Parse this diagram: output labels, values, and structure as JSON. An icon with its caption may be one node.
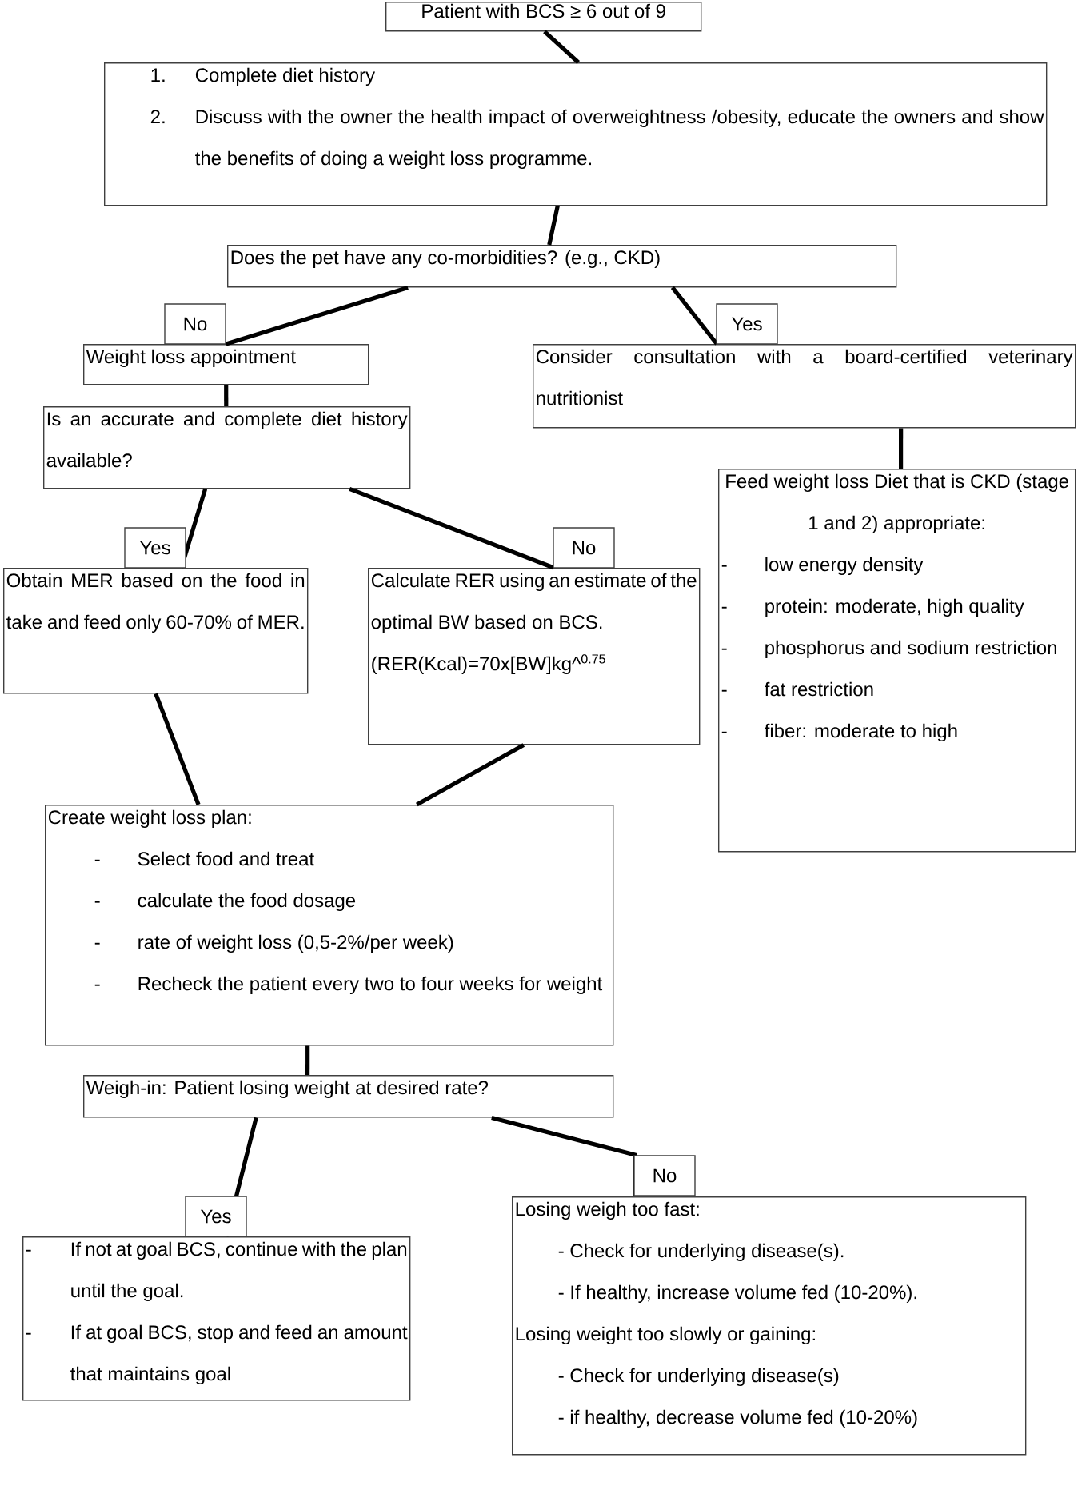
{
  "diagram": {
    "nodes": [
      {
        "text": [
          "Patient with BCS ≥ 6 out of 9"
        ]
      },
      {
        "text": [
          "1.",
          "Complete diet history",
          "2.",
          "Discuss with the owner the health impact of overweightness /obesity, educate the owners and show the benefits of doing a weight loss programme."
        ]
      },
      {
        "text": [
          "Does the pet have any co-morbidities? (e.g., CKD)"
        ]
      },
      {
        "text": [
          "Weight loss appointment"
        ]
      },
      {
        "text": [
          "Consider consultation with a board-certified veterinary nutritionist"
        ]
      },
      {
        "text": [
          "Is an accurate and complete diet history available?"
        ]
      },
      {
        "text": [
          "Feed weight loss Diet that is CKD (stage 1 and 2) appropriate:",
          "-",
          "low energy density",
          "-",
          "protein: moderate, high quality",
          "-",
          "phosphorus and sodium restriction",
          "-",
          "fat restriction",
          "-",
          "fiber: moderate to high"
        ]
      },
      {
        "text": [
          "Obtain MER based on the food in take and feed only 60-70% of MER."
        ]
      },
      {
        "text": [
          "Calculate RER using an estimate of the optimal BW based on BCS.",
          "(RER(Kcal)=70x[BW]kg^$^{0.75}$"
        ]
      },
      {
        "text": [
          "Create weight loss plan:",
          "-",
          "Select food and treat",
          "-",
          "calculate the food dosage",
          "-",
          "rate of weight loss (0,5-2%/per week)",
          "-",
          "Recheck the patient every two to four weeks for weight"
        ]
      },
      {
        "text": [
          "Weigh-in: Patient losing weight at desired rate?"
        ]
      },
      {
        "text": [
          "-",
          "If not at goal BCS, continue with the plan until the goal.",
          "-",
          "If at goal BCS, stop and feed an amount that maintains goal"
        ]
      },
      {
        "text": [
          "Losing weigh too fast:",
          "- Check for underlying disease(s).",
          "- If healthy, increase volume fed (10-20%).",
          "Losing weight too slowly or gaining:",
          "- Check for underlying disease(s)",
          "- if healthy, decrease volume fed (10-20%)"
        ]
      }
    ],
    "edges": [
      {
        "from": 0,
        "to": 1,
        "arrow": "none"
      },
      {
        "from": 1,
        "to": 2,
        "arrow": "none"
      },
      {
        "from": 2,
        "to": 3,
        "arrow": "none",
        "label": "No"
      },
      {
        "from": 2,
        "to": 4,
        "arrow": "none",
        "label": "Yes"
      },
      {
        "from": 3,
        "to": 5,
        "arrow": "none"
      },
      {
        "from": 4,
        "to": 6,
        "arrow": "none"
      },
      {
        "from": 5,
        "to": 7,
        "arrow": "none",
        "label": "Yes"
      },
      {
        "from": 5,
        "to": 8,
        "arrow": "none",
        "label": "No"
      },
      {
        "from": 7,
        "to": 9,
        "arrow": "none"
      },
      {
        "from": 8,
        "to": 9,
        "arrow": "none"
      },
      {
        "from": 9,
        "to": 10,
        "arrow": "none"
      },
      {
        "from": 10,
        "to": 11,
        "arrow": "none",
        "label": "Yes"
      },
      {
        "from": 10,
        "to": 12,
        "arrow": "none",
        "label": "No"
      }
    ]
  }
}
